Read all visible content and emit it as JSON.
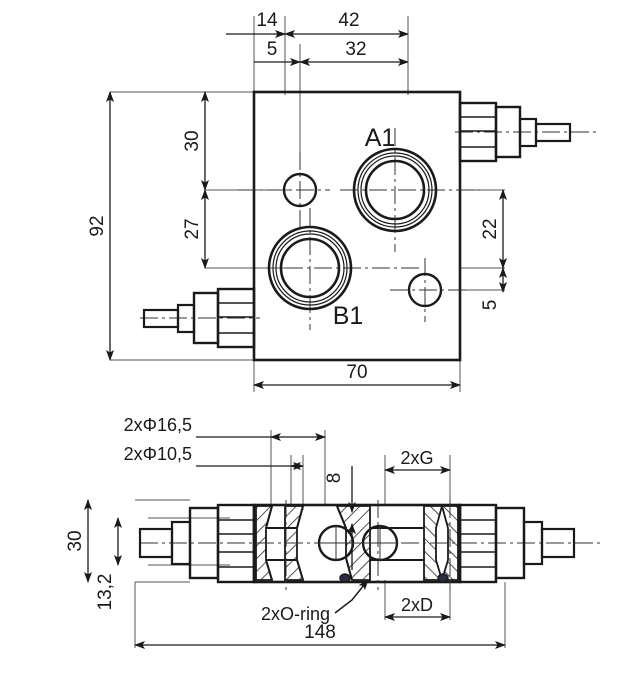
{
  "drawing": {
    "title": "Hydraulic valve block dimensioned drawing",
    "views": [
      {
        "name": "top-view",
        "label": ""
      },
      {
        "name": "section-view",
        "label": ""
      }
    ],
    "ports": [
      {
        "id": "a1",
        "label": "A1"
      },
      {
        "id": "b1",
        "label": "B1"
      }
    ],
    "top_view_dimensions": {
      "d14": "14",
      "d42": "42",
      "d5_top": "5",
      "d32": "32",
      "d92": "92",
      "d30": "30",
      "d27": "27",
      "d22": "22",
      "d5_right": "5",
      "d70": "70"
    },
    "section_view_dimensions": {
      "bore_large": "2xΦ16,5",
      "bore_small": "2xΦ10,5",
      "d8": "8",
      "thread_g": "2xG",
      "d30": "30",
      "d13_2": "13,2",
      "oring": "2xO-ring",
      "d_dim": "2xD",
      "d148": "148"
    },
    "colors": {
      "line": "#1a1a1a",
      "thin": "#4a4a4a",
      "background": "#ffffff"
    }
  }
}
